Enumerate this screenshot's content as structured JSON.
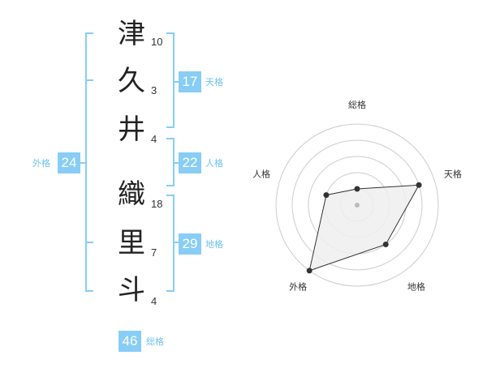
{
  "name_chars": [
    {
      "char": "津",
      "strokes": "10"
    },
    {
      "char": "久",
      "strokes": "3"
    },
    {
      "char": "井",
      "strokes": "4"
    },
    {
      "char": "織",
      "strokes": "18"
    },
    {
      "char": "里",
      "strokes": "7"
    },
    {
      "char": "斗",
      "strokes": "4"
    }
  ],
  "kaku": {
    "tenkaku": {
      "label": "天格",
      "value": "17"
    },
    "jinkaku": {
      "label": "人格",
      "value": "22"
    },
    "chikaku": {
      "label": "地格",
      "value": "29"
    },
    "gaikaku": {
      "label": "外格",
      "value": "24"
    },
    "soukaku": {
      "label": "総格",
      "value": "46"
    }
  },
  "radar": {
    "axes": [
      "総格",
      "天格",
      "地格",
      "外格",
      "人格"
    ],
    "values": [
      1,
      4,
      3,
      5,
      2
    ],
    "max": 5,
    "colors": {
      "ring": "#cccccc",
      "fill": "#eeeeee",
      "stroke": "#333333",
      "center": "#bbbbbb"
    }
  }
}
